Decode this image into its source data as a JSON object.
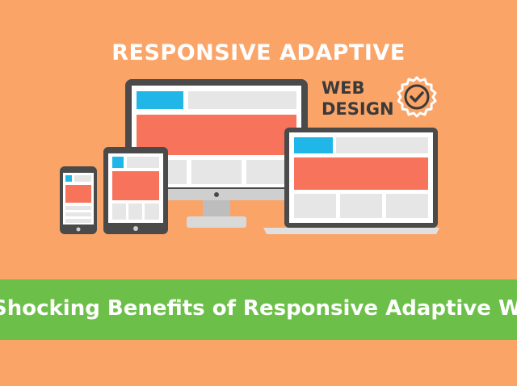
{
  "headline": "RESPONSIVE ADAPTIVE",
  "badge_text": {
    "line1": "WEB",
    "line2": "DESIGN"
  },
  "badge_icon": "checkmark-seal-icon",
  "banner_text": "Shocking Benefits of Responsive Adaptive Web Design",
  "colors": {
    "background": "#fba468",
    "banner": "#6cc049",
    "device_frame": "#4a4a4a",
    "screen_block_blue": "#20b6e8",
    "screen_block_coral": "#f8735b",
    "screen_block_gray": "#e6e6e6",
    "text_dark": "#3a3a3a"
  },
  "devices": [
    "desktop-monitor",
    "laptop",
    "tablet",
    "phone"
  ]
}
